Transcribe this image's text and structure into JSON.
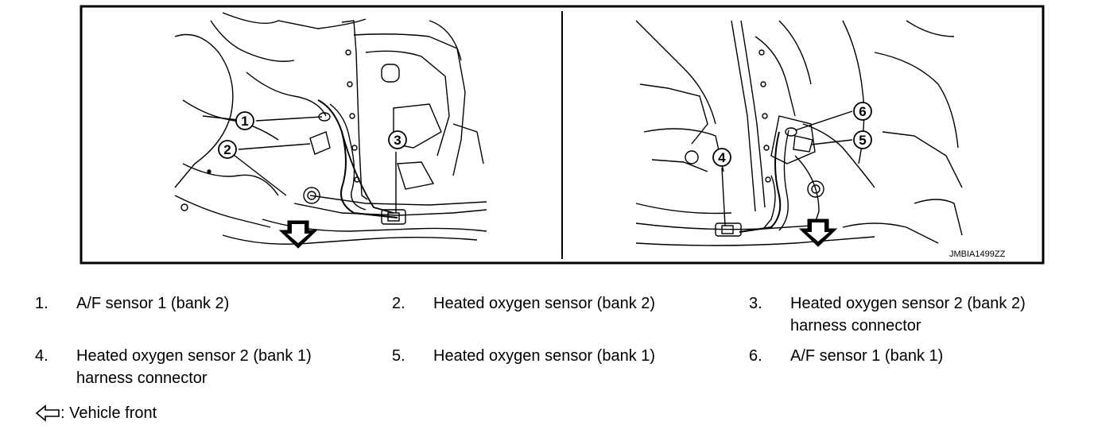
{
  "figure": {
    "code": "JMBIA1499ZZ",
    "callouts": [
      "1",
      "2",
      "3",
      "4",
      "5",
      "6"
    ]
  },
  "legend": [
    {
      "num": "1.",
      "text": "A/F sensor 1 (bank 2)"
    },
    {
      "num": "2.",
      "text": "Heated oxygen sensor (bank 2)"
    },
    {
      "num": "3.",
      "text": "Heated oxygen sensor 2 (bank 2)",
      "text2": "harness connector"
    },
    {
      "num": "4.",
      "text": "Heated oxygen sensor 2 (bank 1)",
      "text2": "harness connector"
    },
    {
      "num": "5.",
      "text": "Heated oxygen sensor (bank 1)"
    },
    {
      "num": "6.",
      "text": "A/F sensor 1 (bank 1)"
    }
  ],
  "front_note": {
    "icon": "hollow-left-arrow-icon",
    "text": ": Vehicle front"
  }
}
